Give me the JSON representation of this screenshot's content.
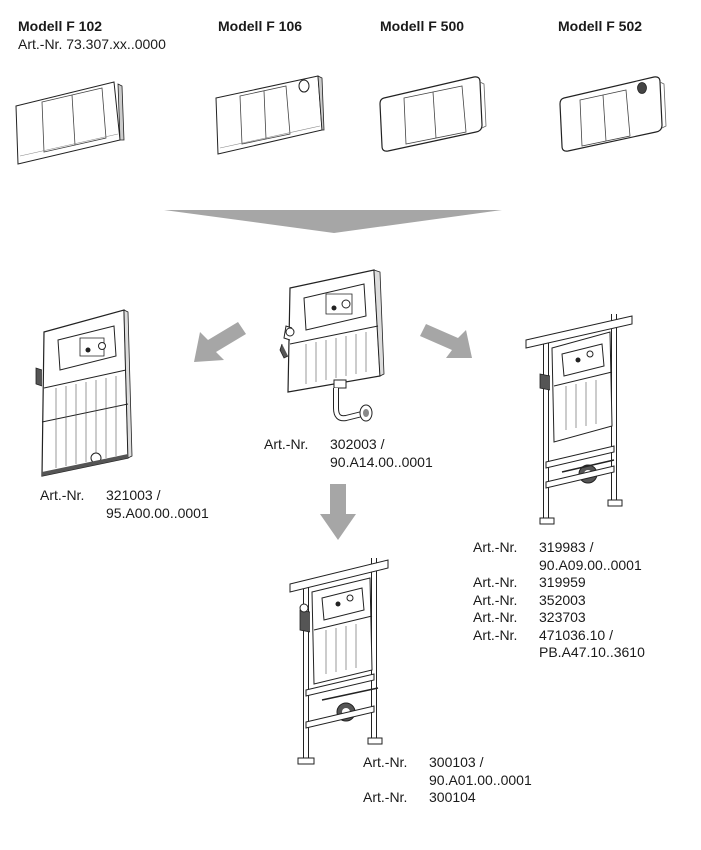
{
  "models": [
    {
      "name": "Modell F 102",
      "article": "Art.-Nr. 73.307.xx..0000"
    },
    {
      "name": "Modell F 106"
    },
    {
      "name": "Modell F 500"
    },
    {
      "name": "Modell F 502"
    }
  ],
  "articles": {
    "center": {
      "rows": [
        {
          "label": "Art.-Nr.",
          "value": "302003 /"
        },
        {
          "label": "",
          "value": "90.A14.00..0001"
        }
      ]
    },
    "left": {
      "rows": [
        {
          "label": "Art.-Nr.",
          "value": "321003 /"
        },
        {
          "label": "",
          "value": "95.A00.00..0001"
        }
      ]
    },
    "right": {
      "rows": [
        {
          "label": "Art.-Nr.",
          "value": "319983 /"
        },
        {
          "label": "",
          "value": "90.A09.00..0001"
        },
        {
          "label": "Art.-Nr.",
          "value": "319959"
        },
        {
          "label": "Art.-Nr.",
          "value": "352003"
        },
        {
          "label": "Art.-Nr.",
          "value": "323703"
        },
        {
          "label": "Art.-Nr.",
          "value": "471036.10 /"
        },
        {
          "label": "",
          "value": "PB.A47.10..3610"
        }
      ]
    },
    "bottom": {
      "rows": [
        {
          "label": "Art.-Nr.",
          "value": "300103 /"
        },
        {
          "label": "",
          "value": "90.A01.00..0001"
        },
        {
          "label": "Art.-Nr.",
          "value": "300104"
        }
      ]
    }
  },
  "colors": {
    "arrow": "#a6a6a6",
    "line": "#2a2a2a"
  }
}
